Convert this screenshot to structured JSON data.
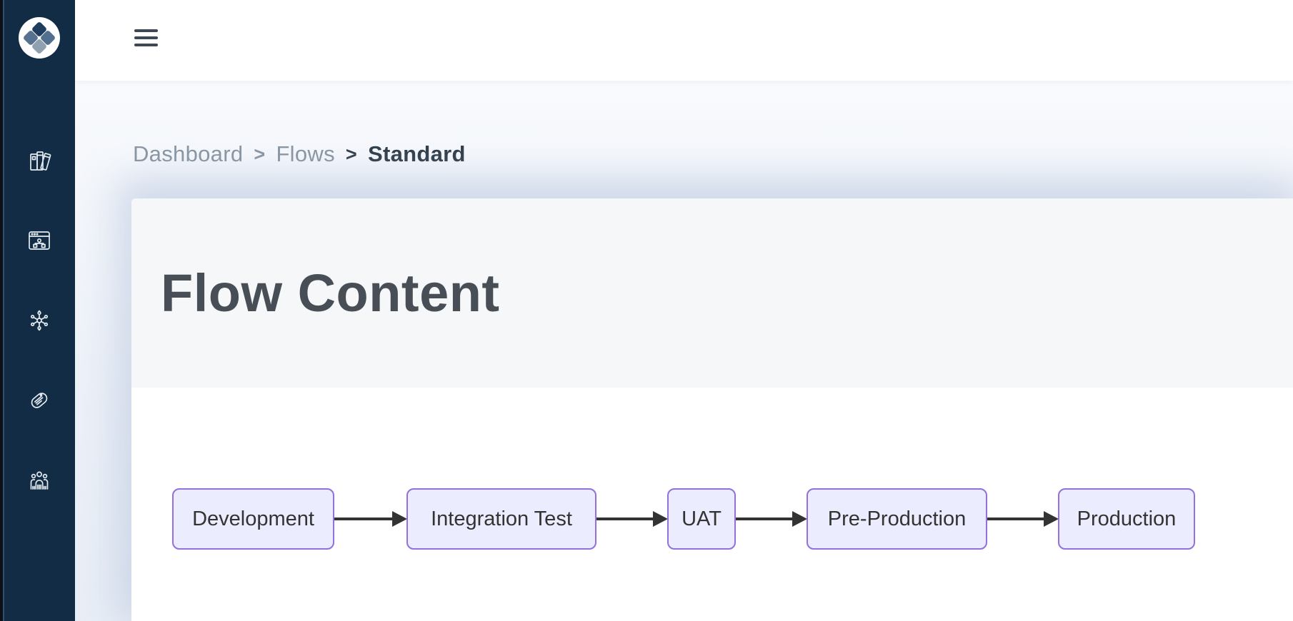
{
  "sidebar": {
    "logo_icon": "diamonds-logo",
    "logo_colors": {
      "top": "#1f3e5e",
      "left": "#56728e",
      "right": "#51708d",
      "bottom": "#8fa0ae"
    },
    "background": "#112c44",
    "icons": [
      "books-icon",
      "flow-window-icon",
      "network-icon",
      "tag-icon",
      "team-icon"
    ]
  },
  "topbar": {
    "menu_icon": "hamburger-icon",
    "background": "#ffffff"
  },
  "breadcrumb": {
    "items": [
      "Dashboard",
      "Flows",
      "Standard"
    ],
    "separator": ">"
  },
  "page": {
    "title": "Flow Content"
  },
  "chart_data": {
    "type": "flowchart",
    "direction": "left-to-right",
    "nodes": [
      "Development",
      "Integration Test",
      "UAT",
      "Pre-Production",
      "Production"
    ],
    "edges": [
      {
        "from": "Development",
        "to": "Integration Test"
      },
      {
        "from": "Integration Test",
        "to": "UAT"
      },
      {
        "from": "UAT",
        "to": "Pre-Production"
      },
      {
        "from": "Pre-Production",
        "to": "Production"
      }
    ],
    "node_fill": "#ECECFF",
    "node_border": "#9370DB",
    "node_text_color": "#333333",
    "arrow_color": "#333333"
  },
  "colors": {
    "sidebar": "#112c44",
    "card_header": "#f5f7f9",
    "card_body": "#ffffff",
    "title_text": "#474e55",
    "breadcrumb_link": "#8a96a3",
    "breadcrumb_current": "#323f4b"
  }
}
